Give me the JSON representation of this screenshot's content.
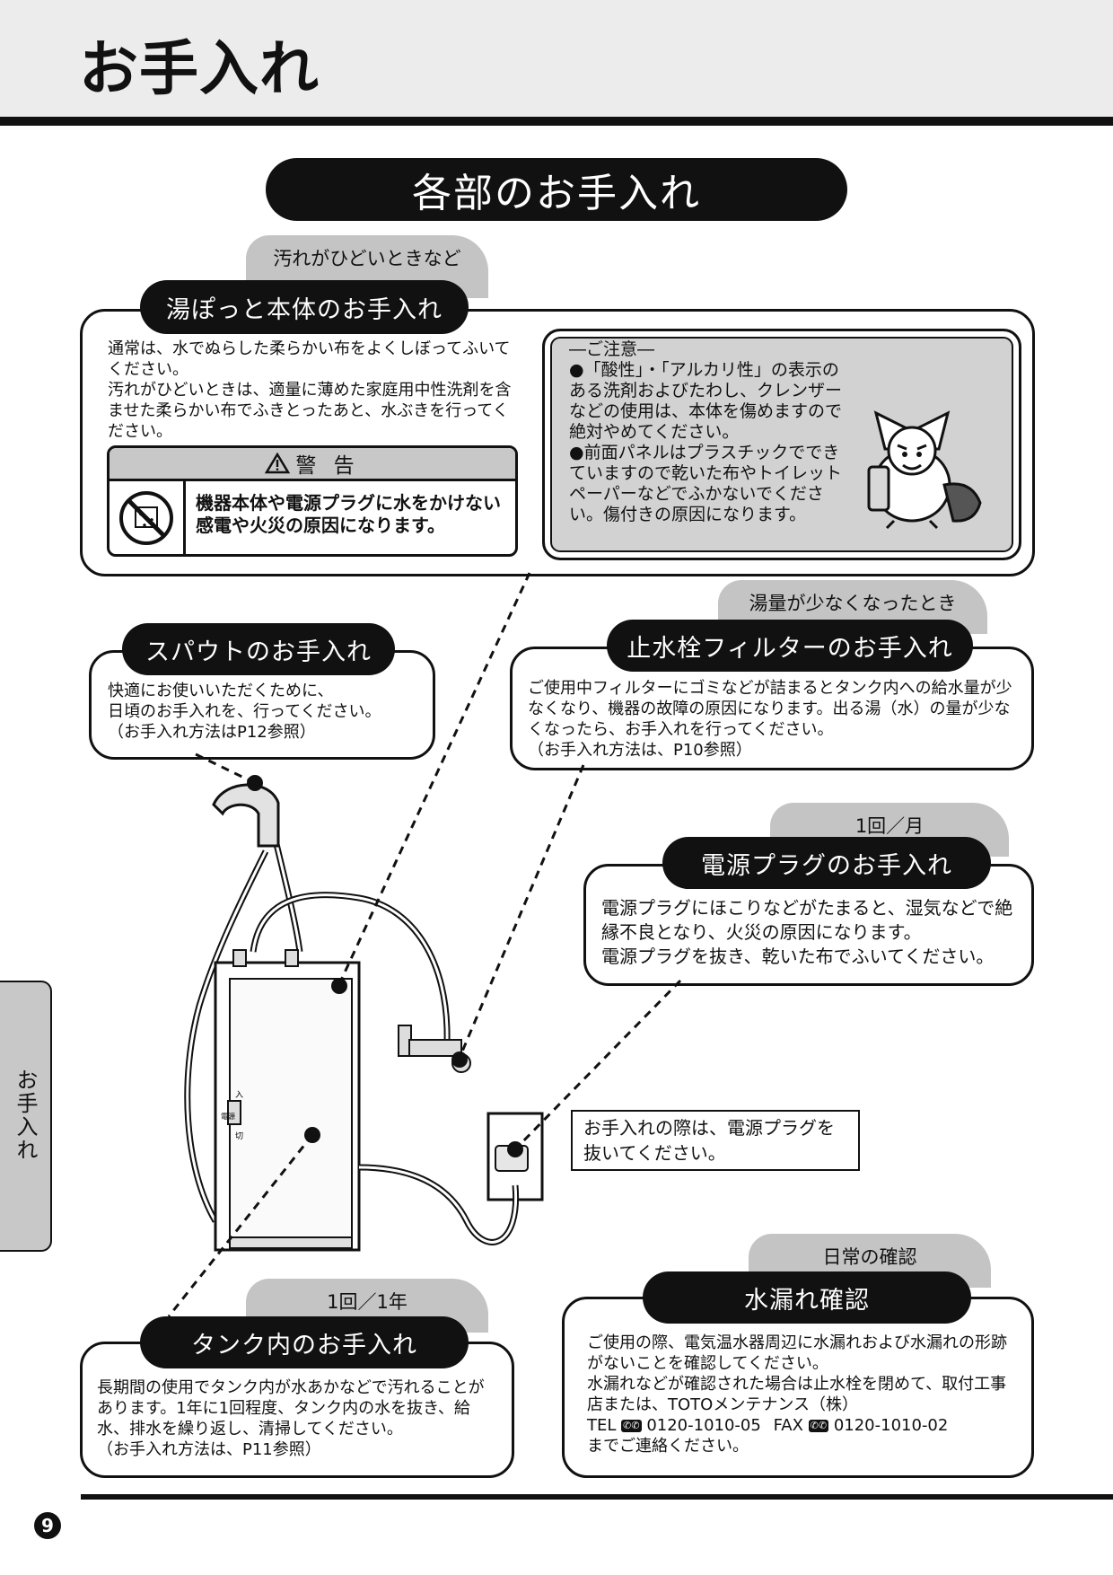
{
  "header": {
    "title": "お手入れ"
  },
  "section": {
    "title": "各部のお手入れ"
  },
  "body_care": {
    "tag": "汚れがひどいときなど",
    "title": "湯ぽっと本体のお手入れ",
    "text1": "通常は、水でぬらした柔らかい布をよくしぼってふいてください。",
    "text2": "汚れがひどいときは、適量に薄めた家庭用中性洗剤を含ませた柔らかい布でふきとったあと、水ぶきを行ってください。",
    "warning": {
      "label": "警 告",
      "line1": "機器本体や電源プラグに水をかけない",
      "line2": "感電や火災の原因になります。"
    },
    "notice": {
      "heading": "―ご注意―",
      "item1": "●「酸性」・「アルカリ性」の表示のある洗剤およびたわし、クレンザーなどの使用は、本体を傷めますので絶対やめてください。",
      "item2": "●前面パネルはプラスチックでできていますので乾いた布やトイレットペーパーなどでふかないでください。傷付きの原因になります。"
    }
  },
  "spout": {
    "title": "スパウトのお手入れ",
    "line1": "快適にお使いいただくために、",
    "line2": "日頃のお手入れを、行ってください。",
    "line3": "（お手入れ方法はP12参照）"
  },
  "filter": {
    "tag": "湯量が少なくなったとき",
    "title": "止水栓フィルターのお手入れ",
    "text": "ご使用中フィルターにゴミなどが詰まるとタンク内への給水量が少なくなり、機器の故障の原因になります。出る湯（水）の量が少なくなったら、お手入れを行ってください。",
    "ref": "（お手入れ方法は、P10参照）"
  },
  "plug": {
    "tag": "1回／月",
    "title": "電源プラグのお手入れ",
    "line1": "電源プラグにほこりなどがたまると、湿気などで絶縁不良となり、火災の原因になります。",
    "line2": "電源プラグを抜き、乾いた布でふいてください。"
  },
  "unplug_note": {
    "line1": "お手入れの際は、電源プラグを",
    "line2": "抜いてください。"
  },
  "tank": {
    "tag": "1回／1年",
    "title": "タンク内のお手入れ",
    "text": "長期間の使用でタンク内が水あかなどで汚れることがあります。1年に1回程度、タンク内の水を抜き、給水、排水を繰り返し、清掃してください。",
    "ref": "（お手入れ方法は、P11参照）"
  },
  "leak": {
    "tag": "日常の確認",
    "title": "水漏れ確認",
    "text1": "ご使用の際、電気温水器周辺に水漏れおよび水漏れの形跡がないことを確認してください。",
    "text2": "水漏れなどが確認された場合は止水栓を閉めて、取付工事店または、TOTOメンテナンス（株）",
    "tel_label": "TEL",
    "tel": "0120-1010-05",
    "fax_label": "FAX",
    "fax": "0120-1010-02",
    "text3": "までご連絡ください。"
  },
  "device_labels": {
    "switch_on": "入",
    "switch_off": "切",
    "switch_side": "電源"
  },
  "side_tab": {
    "label": "お手入れ"
  },
  "page_number": "9"
}
